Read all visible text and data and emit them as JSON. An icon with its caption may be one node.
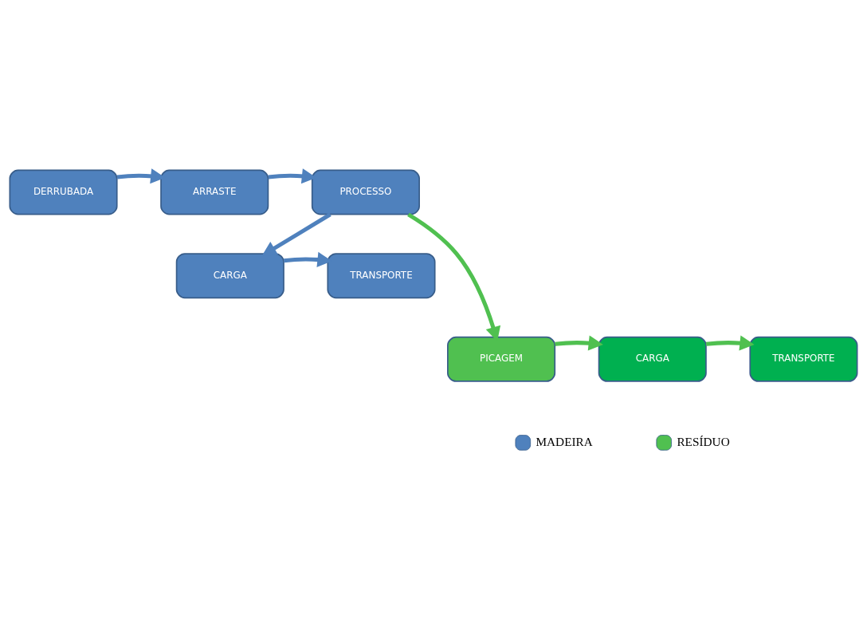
{
  "diagram": {
    "nodes": [
      {
        "text": [
          "DERRUBADA"
        ]
      },
      {
        "text": [
          "ARRASTE"
        ]
      },
      {
        "text": [
          "PROCESSO"
        ]
      },
      {
        "text": [
          "TRANSPORTE"
        ]
      },
      {
        "text": [
          "CARGA"
        ]
      },
      {
        "text": [
          "TRANSPORTE"
        ]
      },
      {
        "text": [
          "CARGA"
        ]
      },
      {
        "text": [
          "PICAGEM"
        ]
      }
    ],
    "edges": [
      {
        "from": 0,
        "to": 1,
        "arrow": "to"
      },
      {
        "from": 1,
        "to": 2,
        "arrow": "to"
      },
      {
        "from": 2,
        "to": 4,
        "arrow": "to"
      },
      {
        "from": 4,
        "to": 3,
        "arrow": "to"
      },
      {
        "from": 2,
        "to": 7,
        "arrow": "to",
        "color": "#50c050"
      },
      {
        "from": 7,
        "to": 6,
        "arrow": "to",
        "color": "#50c050"
      },
      {
        "from": 6,
        "to": 5,
        "arrow": "to",
        "color": "#50c050"
      }
    ],
    "legend": [
      {
        "text": "MADEIRA",
        "color": "#4f81bd"
      },
      {
        "text": "RESÍDUO",
        "color": "#50c050"
      }
    ]
  }
}
